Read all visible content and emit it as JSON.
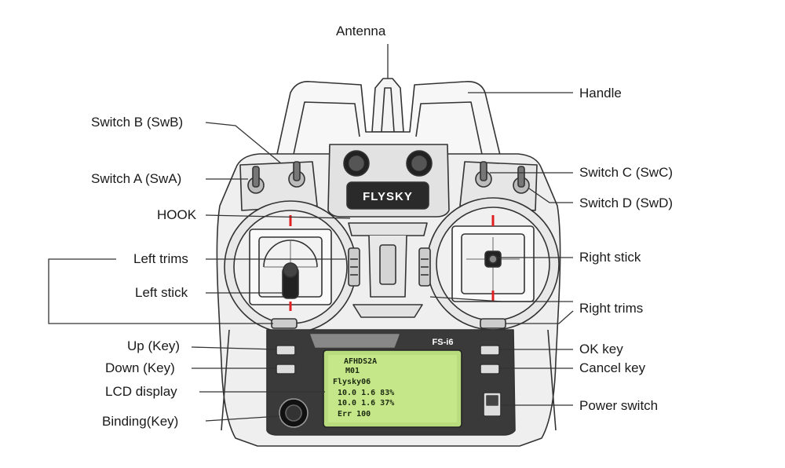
{
  "brand": "FLYSKY",
  "model": "FS-i6",
  "labels": {
    "antenna": "Antenna",
    "handle": "Handle",
    "switch_b": "Switch B (SwB)",
    "switch_a": "Switch A (SwA)",
    "switch_c": "Switch C (SwC)",
    "switch_d": "Switch D (SwD)",
    "hook": "HOOK",
    "left_trims": "Left trims",
    "left_stick": "Left stick",
    "right_stick": "Right stick",
    "right_trims": "Right trims",
    "up_key": "Up (Key)",
    "down_key": "Down (Key)",
    "lcd_display": "LCD display",
    "binding_key": "Binding(Key)",
    "ok_key": "OK key",
    "cancel_key": "Cancel key",
    "power_switch": "Power switch"
  },
  "lcd": {
    "line1": "AFHDS2A",
    "line2": "M01",
    "line3": "Flysky06",
    "line4": "10.0 1.6 83%",
    "line5": "10.0 1.6 37%",
    "line6": "Err 100"
  },
  "colors": {
    "outline": "#333333",
    "body": "#eeeeee",
    "lcd": "#b9dd7e",
    "mark": "#e02020"
  }
}
